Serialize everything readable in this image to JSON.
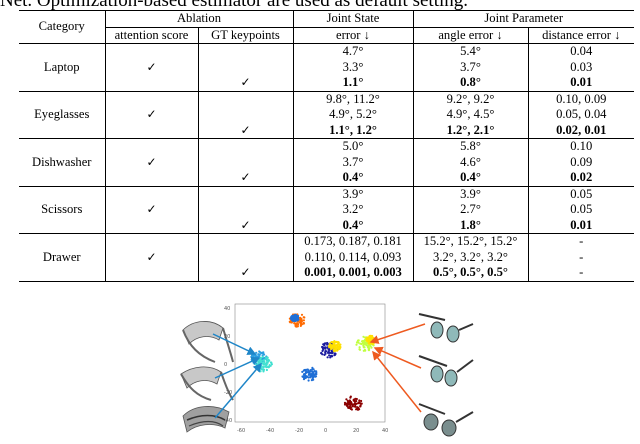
{
  "caption": "Net. Optimization-based estimator are used as default setting.",
  "table": {
    "headers": {
      "category": "Category",
      "ablation": "Ablation",
      "joint_state": "Joint State",
      "joint_parameter": "Joint Parameter",
      "attention_score": "attention score",
      "gt_keypoints": "GT keypoints",
      "error": "error ↓",
      "angle_error": "angle error ↓",
      "distance_error": "distance error ↓"
    },
    "check_mark": "✓",
    "groups": [
      {
        "category": "Laptop",
        "rows": [
          {
            "attn": "",
            "gt": "",
            "error": "4.7°",
            "angle": "5.4°",
            "dist": "0.04"
          },
          {
            "attn": "✓",
            "gt": "",
            "error": "3.3°",
            "angle": "3.7°",
            "dist": "0.03"
          },
          {
            "attn": "",
            "gt": "✓",
            "error": "1.1°",
            "angle": "0.8°",
            "dist": "0.01"
          }
        ]
      },
      {
        "category": "Eyeglasses",
        "rows": [
          {
            "attn": "",
            "gt": "",
            "error": "9.8°, 11.2°",
            "angle": "9.2°, 9.2°",
            "dist": "0.10, 0.09"
          },
          {
            "attn": "✓",
            "gt": "",
            "error": "4.9°, 5.2°",
            "angle": "4.9°, 4.5°",
            "dist": "0.05, 0.04"
          },
          {
            "attn": "",
            "gt": "✓",
            "error": "1.1°, 1.2°",
            "angle": "1.2°, 2.1°",
            "dist": "0.02, 0.01"
          }
        ]
      },
      {
        "category": "Dishwasher",
        "rows": [
          {
            "attn": "",
            "gt": "",
            "error": "5.0°",
            "angle": "5.8°",
            "dist": "0.10"
          },
          {
            "attn": "✓",
            "gt": "",
            "error": "3.7°",
            "angle": "4.6°",
            "dist": "0.09"
          },
          {
            "attn": "",
            "gt": "✓",
            "error": "0.4°",
            "angle": "0.4°",
            "dist": "0.02"
          }
        ]
      },
      {
        "category": "Scissors",
        "rows": [
          {
            "attn": "",
            "gt": "",
            "error": "3.9°",
            "angle": "3.9°",
            "dist": "0.05"
          },
          {
            "attn": "✓",
            "gt": "",
            "error": "3.2°",
            "angle": "2.7°",
            "dist": "0.05"
          },
          {
            "attn": "",
            "gt": "✓",
            "error": "0.4°",
            "angle": "1.8°",
            "dist": "0.01"
          }
        ]
      },
      {
        "category": "Drawer",
        "rows": [
          {
            "attn": "",
            "gt": "",
            "error": "0.173, 0.187, 0.181",
            "angle": "15.2°, 15.2°, 15.2°",
            "dist": "-"
          },
          {
            "attn": "✓",
            "gt": "",
            "error": "0.110, 0.114, 0.093",
            "angle": "3.2°, 3.2°, 3.2°",
            "dist": "-"
          },
          {
            "attn": "",
            "gt": "✓",
            "error": "0.001, 0.001, 0.003",
            "angle": "0.5°, 0.5°, 0.5°",
            "dist": "-"
          }
        ]
      }
    ]
  },
  "figure": {
    "x_ticks": [
      "-60",
      "-40",
      "-20",
      "0",
      "20",
      "40"
    ],
    "y_ticks": [
      "40",
      "20",
      "0",
      "-20",
      "-40"
    ],
    "cluster_colors": [
      "#ff6a00",
      "#2a9de0",
      "#40e0d0",
      "#ffe000",
      "#1c1c9e",
      "#8b0000",
      "#c0ff40",
      "#1f6fd6"
    ],
    "arrow_colors": {
      "left": "#1f86c8",
      "right": "#ee5a20"
    }
  }
}
